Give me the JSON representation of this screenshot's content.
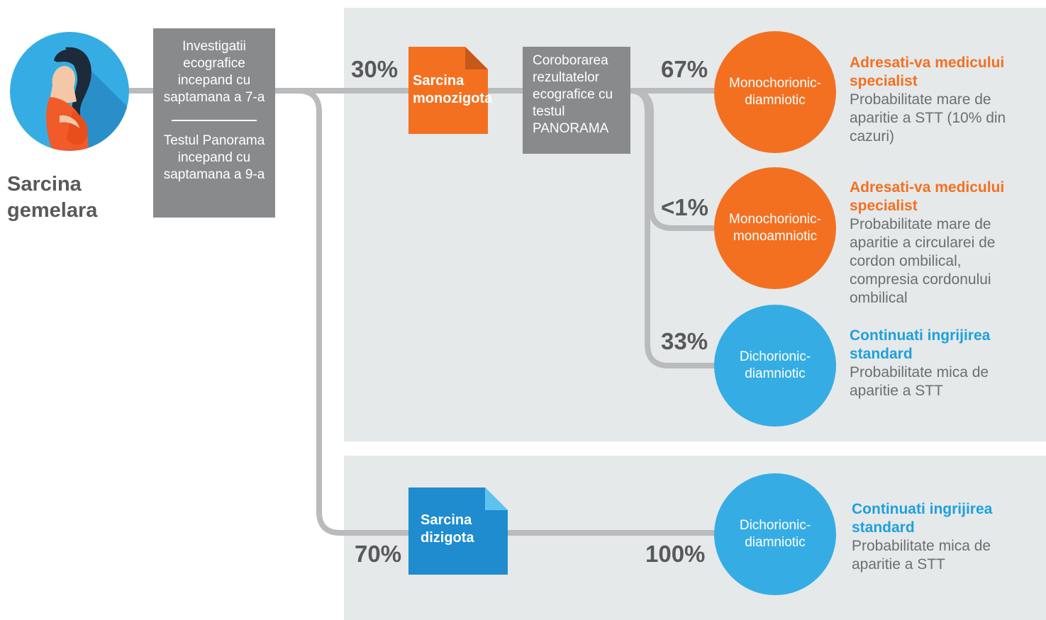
{
  "title": "Sarcina gemelara",
  "investigations": {
    "ultrasound": "Investigatii ecografice incepand cu saptamana a 7-a",
    "panorama": "Testul Panorama incepand cu saptamana a 9-a"
  },
  "monozygotic": {
    "percent": "30%",
    "label": "Sarcina monozigota",
    "correlation": "Coroborarea rezultatelor ecografice cu testul PANORAMA",
    "outcomes": [
      {
        "percent": "67%",
        "circle": "Monochorionic-\ndiamniotic",
        "heading": "Adresati-va medicului specialist",
        "detail": "Probabilitate mare de aparitie a STT (10% din cazuri)"
      },
      {
        "percent": "<1%",
        "circle": "Monochorionic-\nmonoamniotic",
        "heading": "Adresati-va medicului specialist",
        "detail": "Probabilitate mare de aparitie a circularei de cordon ombilical, compresia cordonului ombilical"
      },
      {
        "percent": "33%",
        "circle": "Dichorionic-\ndiamniotic",
        "heading": "Continuati ingrijirea standard",
        "detail": "Probabilitate mica de aparitie a STT"
      }
    ]
  },
  "dizygotic": {
    "percent": "70%",
    "label": "Sarcina dizigota",
    "outcome": {
      "percent": "100%",
      "circle": "Dichorionic-\ndiamniotic",
      "heading": "Continuati ingrijirea standard",
      "detail": "Probabilitate mica de aparitie a STT"
    }
  },
  "colors": {
    "orange": "#f37021",
    "blue": "#35ade4",
    "dark_blue": "#1e8ccf",
    "grey": "#898a8c",
    "panel": "#e5e9ea"
  },
  "icons": {
    "avatar": "pregnant-woman-icon",
    "doc": "document-icon"
  }
}
